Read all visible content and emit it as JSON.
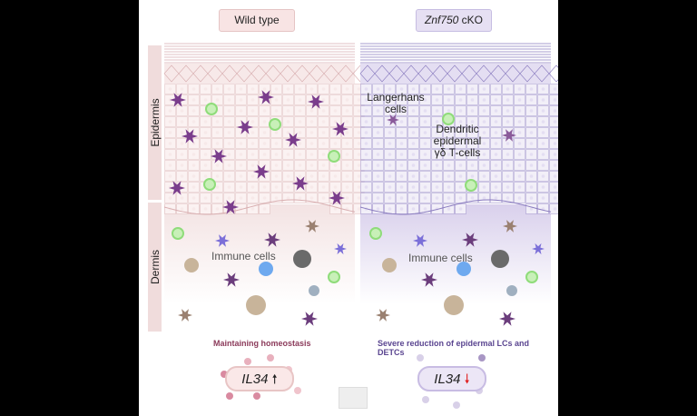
{
  "panels": {
    "wild_type": {
      "title": "Wild type",
      "subtitle": "Maintaining homeostasis",
      "gene": "IL34",
      "trend": "up",
      "immune_label": "Immune cells"
    },
    "cko": {
      "title_gene": "Znf750",
      "title_suffix": " cKO",
      "subtitle": "Severe reduction of epidermal LCs and DETCs",
      "gene": "IL34",
      "trend": "down",
      "immune_label": "Immune cells",
      "annotations": {
        "langerhans": "Langerhans cells",
        "detc_line1": "Dendritic",
        "detc_line2": "epidermal",
        "detc_line3": "γδ T-cells"
      }
    }
  },
  "layers": {
    "epidermis": "Epidermis",
    "dermis": "Dermis"
  },
  "icons": {
    "up": "up-arrow-icon",
    "down": "down-arrow-icon"
  },
  "colors": {
    "wt_accent": "#8b3a5a",
    "ko_accent": "#5a4590",
    "down_arrow": "#e02020",
    "lc_purple": "#7a3d8c",
    "detc_green": "#8fdc7a"
  }
}
